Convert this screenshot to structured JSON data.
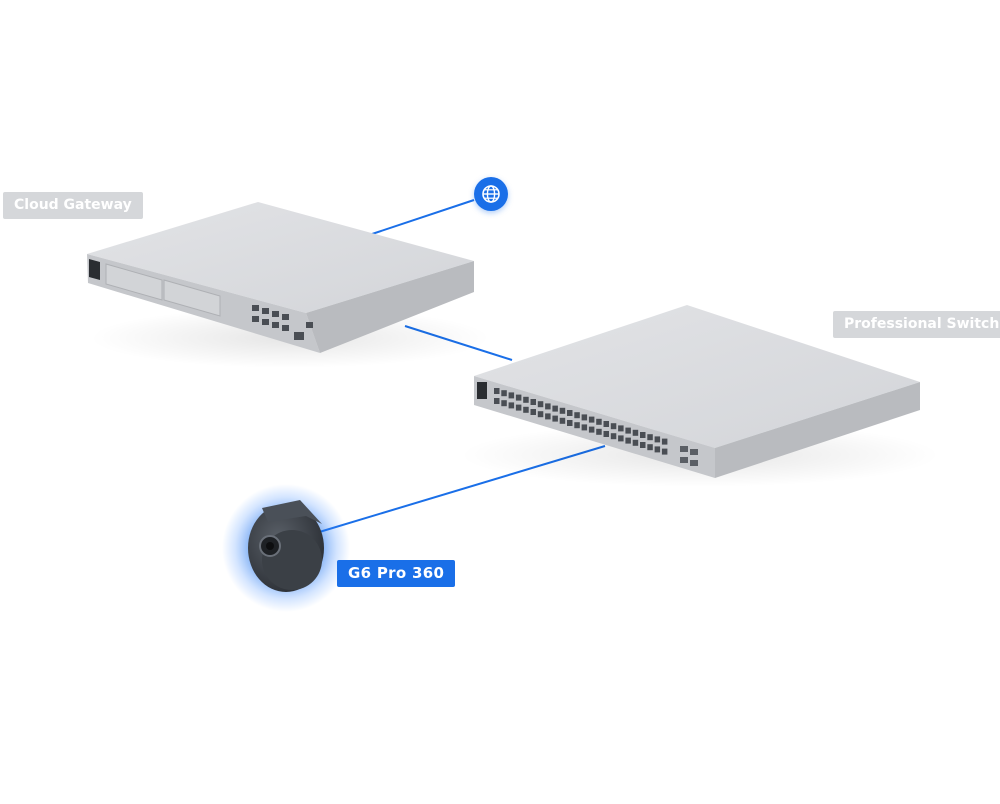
{
  "diagram": {
    "nodes": [
      {
        "id": "gateway",
        "label": "Cloud Gateway"
      },
      {
        "id": "switch",
        "label": "Professional Switch"
      },
      {
        "id": "camera",
        "label": "G6 Pro 360"
      },
      {
        "id": "internet",
        "icon": "globe-icon"
      }
    ],
    "edges": [
      {
        "from": "gateway",
        "to": "internet"
      },
      {
        "from": "gateway",
        "to": "switch"
      },
      {
        "from": "switch",
        "to": "camera"
      }
    ]
  },
  "colors": {
    "accent": "#1a6fe8",
    "link": "#1a6fe8",
    "tag_grey": "#d5d7da",
    "device_top": "#dcdde0",
    "device_front": "#c4c6ca",
    "camera_body": "#3b4046"
  }
}
